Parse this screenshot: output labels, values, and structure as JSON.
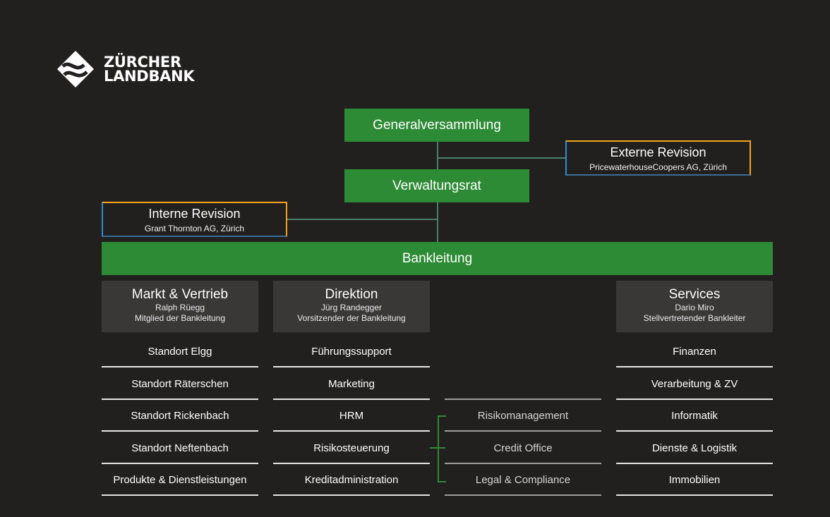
{
  "logo": {
    "line1": "ZÜRCHER",
    "line2": "LANDBANK"
  },
  "top": {
    "generalversammlung": "Generalversammlung",
    "verwaltungsrat": "Verwaltungsrat",
    "bankleitung": "Bankleitung"
  },
  "externe": {
    "title": "Externe Revision",
    "sub": "PricewaterhouseCoopers AG, Zürich"
  },
  "interne": {
    "title": "Interne Revision",
    "sub": "Grant Thornton AG, Zürich"
  },
  "columns": [
    {
      "title": "Markt & Vertrieb",
      "person": "Ralph Rüegg",
      "role": "Mitglied der Bankleitung",
      "items": [
        "Standort Elgg",
        "Standort Räterschen",
        "Standort Rickenbach",
        "Standort Neftenbach",
        "Produkte & Dienstleistungen"
      ]
    },
    {
      "title": "Direktion",
      "person": "Jürg Randegger",
      "role": "Vorsitzender der Bankleitung",
      "items": [
        "Führungssupport",
        "Marketing",
        "HRM",
        "Risikosteuerung",
        "Kreditadministration"
      ]
    },
    {
      "title": "",
      "person": "",
      "role": "",
      "items": [
        "Risikomanagement",
        "Credit Office",
        "Legal & Compliance"
      ]
    },
    {
      "title": "Services",
      "person": "Dario Miro",
      "role": "Stellvertretender Bankleiter",
      "items": [
        "Finanzen",
        "Verarbeitung & ZV",
        "Informatik",
        "Dienste & Logistik",
        "Immobilien"
      ]
    }
  ],
  "colors": {
    "background": "#221f1f",
    "green": "#2e8b35",
    "header": "#3a3737",
    "accent_orange": "#f3a31b",
    "accent_blue": "#2d8fd5"
  }
}
